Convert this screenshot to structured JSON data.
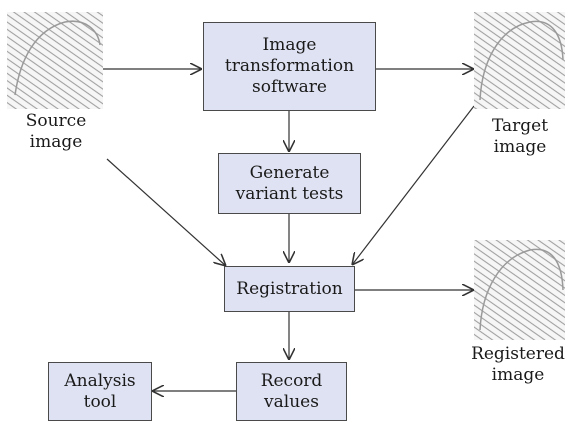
{
  "boxes": {
    "transform": "Image\ntransformation\nsoftware",
    "generate": "Generate\nvariant tests",
    "registration": "Registration",
    "record": "Record\nvalues",
    "analysis": "Analysis\ntool"
  },
  "images": {
    "source": "Source\nimage",
    "target": "Target\nimage",
    "registered": "Registered\nimage"
  },
  "icons": [
    "source-fingerprint-icon",
    "target-fingerprint-icon",
    "registered-fingerprint-icon"
  ],
  "colors": {
    "box_fill": "#dfe2f2",
    "stroke": "#333333"
  }
}
